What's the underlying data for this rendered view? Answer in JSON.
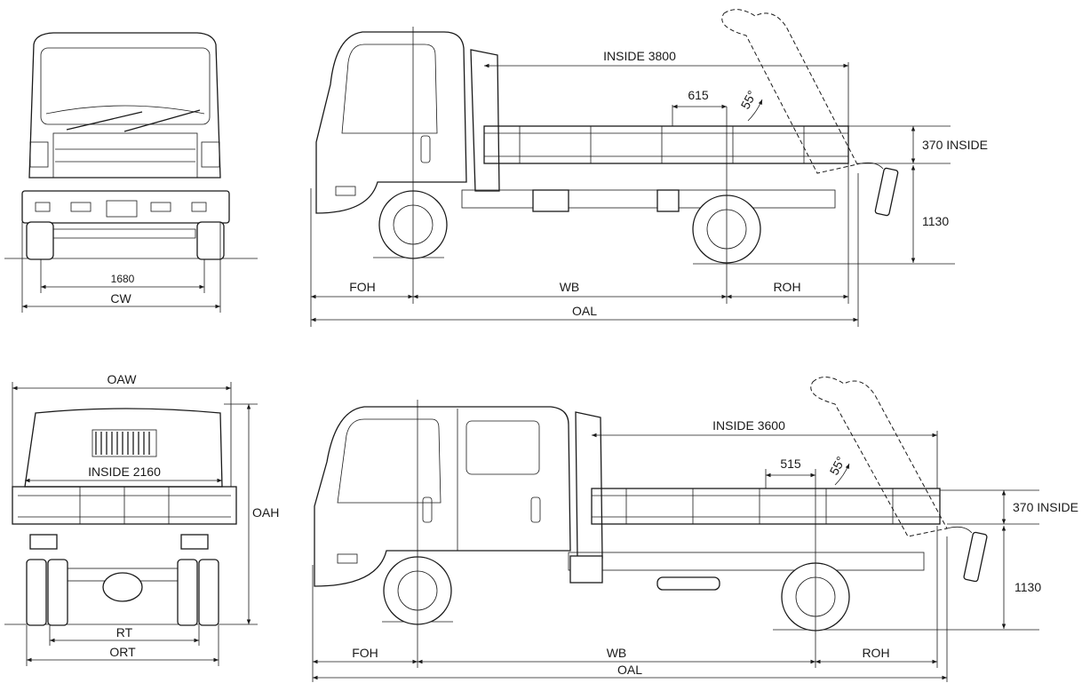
{
  "views": {
    "front": {
      "track_value": "1680",
      "cab_width": "CW"
    },
    "rear": {
      "overall_width": "OAW",
      "overall_height": "OAH",
      "inside_width": "INSIDE 2160",
      "rear_track": "RT",
      "outer_rear_track": "ORT"
    },
    "side_single_cab": {
      "inside_length": "INSIDE 3800",
      "offset": "615",
      "tip_angle": "55°",
      "body_height": "370 INSIDE",
      "floor_height": "1130",
      "front_overhang": "FOH",
      "wheelbase": "WB",
      "rear_overhang": "ROH",
      "overall_length": "OAL"
    },
    "side_crew_cab": {
      "inside_length": "INSIDE 3600",
      "offset": "515",
      "tip_angle": "55°",
      "body_height": "370 INSIDE",
      "floor_height": "1130",
      "front_overhang": "FOH",
      "wheelbase": "WB",
      "rear_overhang": "ROH",
      "overall_length": "OAL"
    }
  }
}
